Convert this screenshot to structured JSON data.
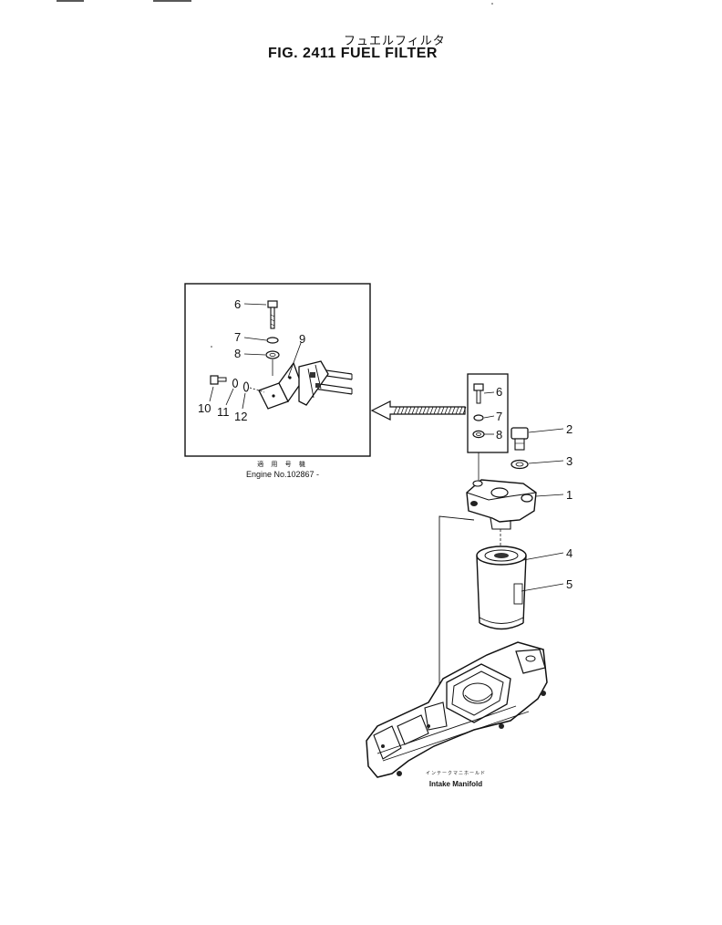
{
  "figure": {
    "title_jp": "フュエルフィルタ",
    "title_en": "FIG. 2411  FUEL FILTER"
  },
  "inset": {
    "note_jp": "適 用 号 機",
    "note_en": "Engine No.102867 -",
    "callouts": [
      "6",
      "7",
      "8",
      "9",
      "10",
      "11",
      "12"
    ]
  },
  "main": {
    "callouts_small_box": [
      "6",
      "7",
      "8"
    ],
    "callouts": [
      "2",
      "3",
      "1",
      "4",
      "5"
    ],
    "manifold_label_jp": "インテークマニホールド",
    "manifold_label_en": "Intake  Manifold"
  }
}
